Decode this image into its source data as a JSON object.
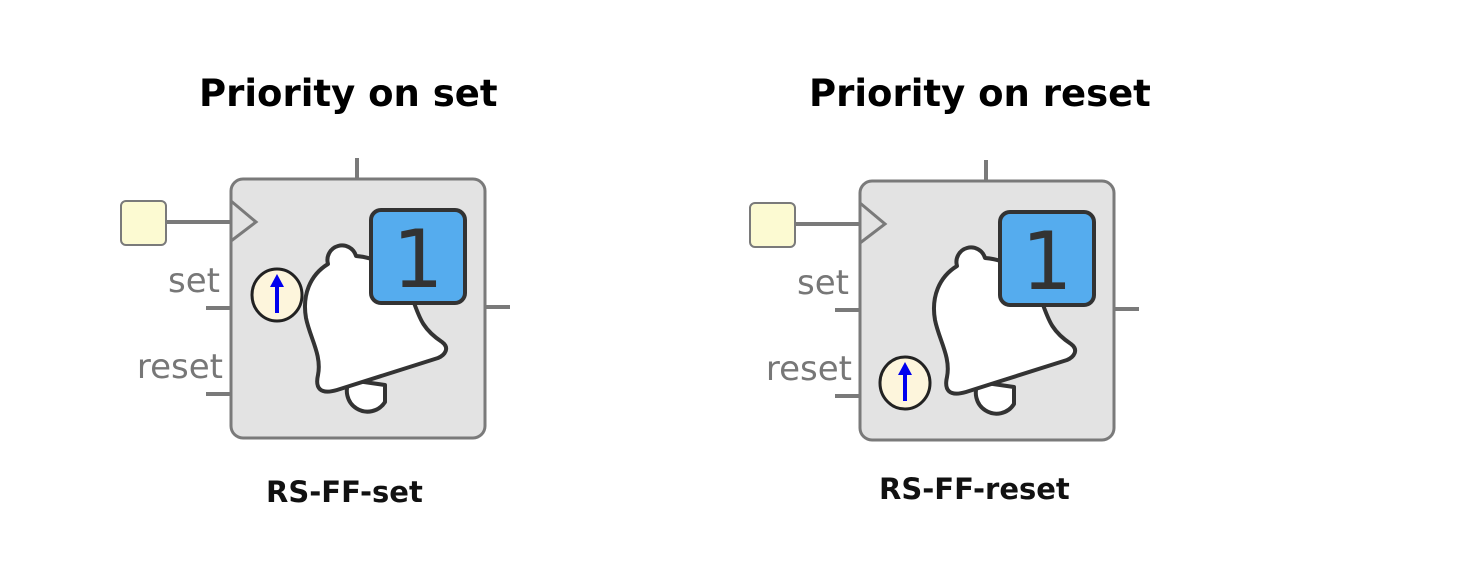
{
  "panels": [
    {
      "title": "Priority on set",
      "block_label": "RS-FF-set",
      "port_labels": {
        "set": "set",
        "reset": "reset"
      },
      "priority_input": "set",
      "output_value": "1"
    },
    {
      "title": "Priority on reset",
      "block_label": "RS-FF-reset",
      "port_labels": {
        "set": "set",
        "reset": "reset"
      },
      "priority_input": "reset",
      "output_value": "1"
    }
  ],
  "colors": {
    "block_fill": "#e3e3e3",
    "block_stroke": "#7a7a7a",
    "wire": "#7a7a7a",
    "input_box_fill": "#fcfad2",
    "output_box_fill": "#55acee",
    "priority_badge_fill": "#fdf5dc",
    "priority_arrow": "#0000ee"
  },
  "icons": {
    "block": "bell-icon",
    "priority": "arrow-up-icon",
    "clock": "clock-triangle-icon"
  }
}
